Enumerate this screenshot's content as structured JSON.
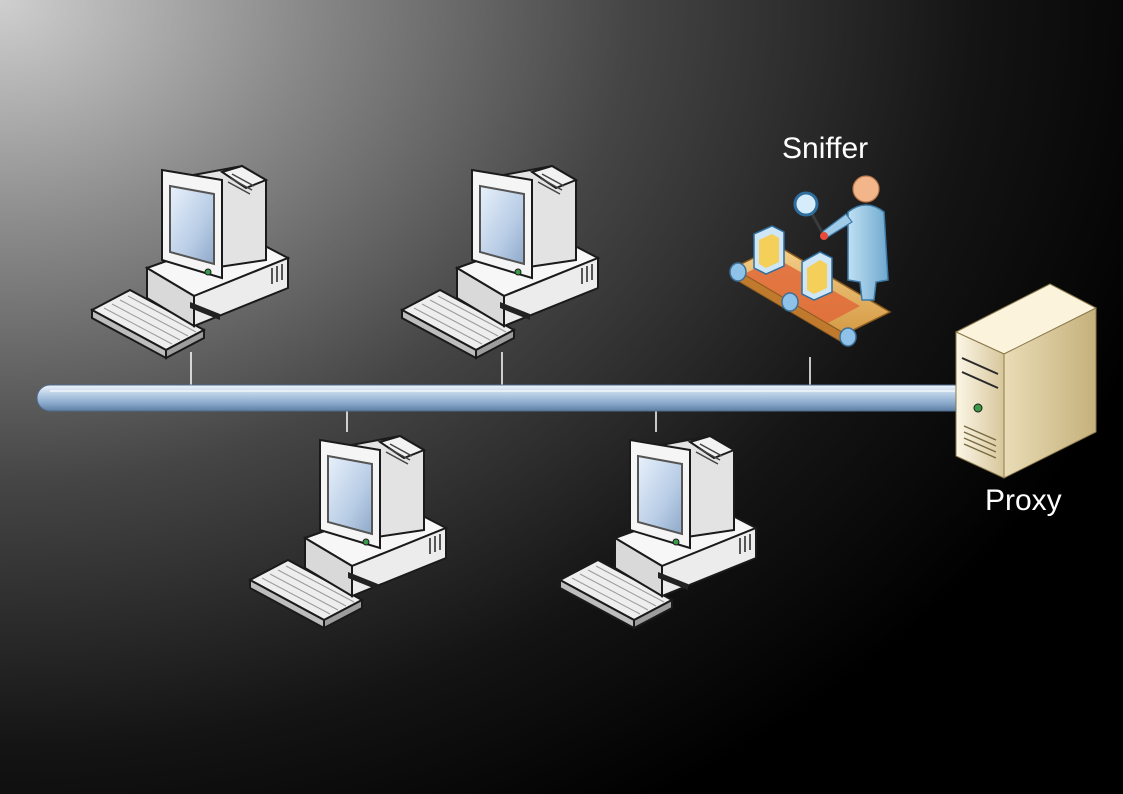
{
  "diagram": {
    "nodes": {
      "sniffer": {
        "label": "Sniffer",
        "icon": "sniffer-person-icon"
      },
      "proxy": {
        "label": "Proxy",
        "icon": "server-icon"
      },
      "workstations": [
        {
          "icon": "workstation-icon"
        },
        {
          "icon": "workstation-icon"
        },
        {
          "icon": "workstation-icon"
        },
        {
          "icon": "workstation-icon"
        }
      ]
    },
    "bus": {
      "icon": "network-bus",
      "color": "#a9c4e0"
    },
    "colors": {
      "computer_body": "#f3f3f3",
      "screen": "#cfe0f2",
      "server_body": "#efe3c2",
      "label_text": "#ffffff"
    }
  }
}
